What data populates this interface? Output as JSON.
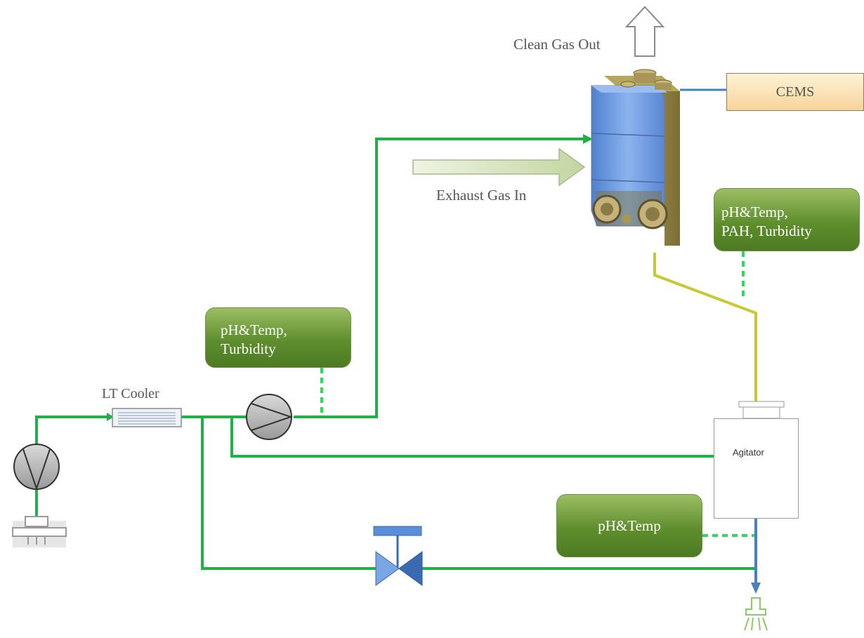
{
  "labels": {
    "clean_gas_out": "Clean Gas Out",
    "exhaust_gas_in": "Exhaust Gas In",
    "lt_cooler": "LT Cooler",
    "cems": "CEMS",
    "agitator": "Agitator"
  },
  "sensors": {
    "inlet": [
      "pH&Temp,",
      "Turbidity"
    ],
    "outlet": [
      "pH&Temp,",
      "PAH, Turbidity"
    ],
    "tank": [
      "pH&Temp"
    ]
  },
  "colors": {
    "water_line": "#1fb04a",
    "wash_line": "#c8c832",
    "signal_line": "#4a7fc0",
    "sensor_fill": "#5f8e2e",
    "scrubber_body": "#6f9ee0",
    "scrubber_frame": "#9a8b4a"
  }
}
